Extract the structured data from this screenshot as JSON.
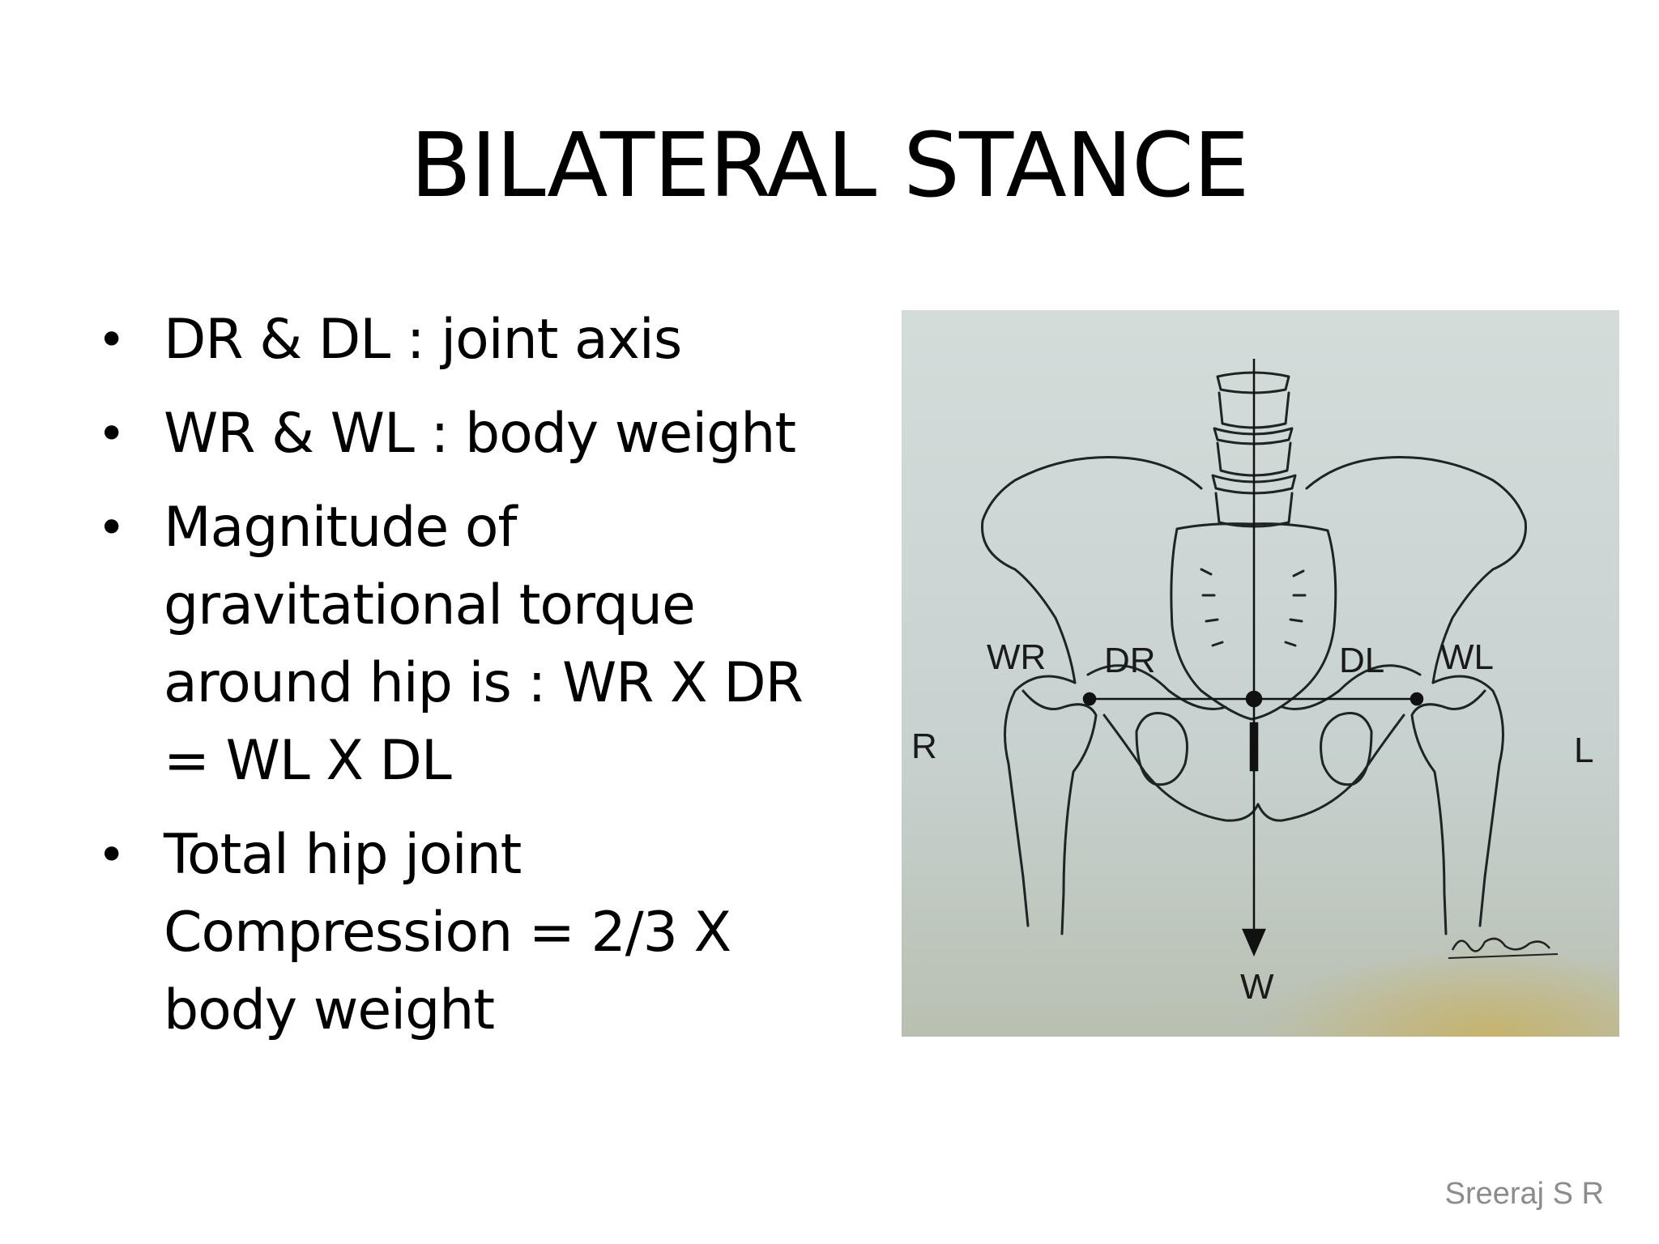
{
  "slide": {
    "title": "BILATERAL STANCE",
    "bullets": [
      "DR & DL : joint axis",
      "WR & WL : body weight",
      "Magnitude of gravitational torque around hip is : WR X DR = WL X DL",
      "Total hip joint Compression = 2/3 X body weight"
    ],
    "footer": "Sreeraj S R"
  },
  "figure": {
    "labels": {
      "wr": "WR",
      "dr": "DR",
      "dl": "DL",
      "wl": "WL",
      "r": "R",
      "l": "L",
      "w": "W"
    }
  }
}
